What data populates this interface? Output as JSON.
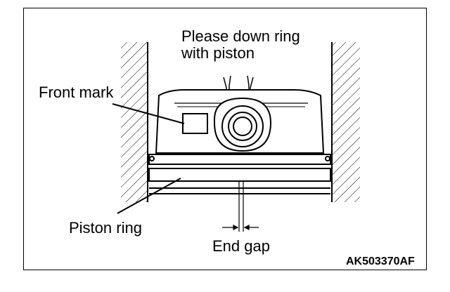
{
  "labels": {
    "instruction_line1": "Please down ring",
    "instruction_line2": "with piston",
    "front_mark": "Front mark",
    "piston_ring": "Piston ring",
    "end_gap": "End gap",
    "figure_code": "AK503370AF"
  }
}
